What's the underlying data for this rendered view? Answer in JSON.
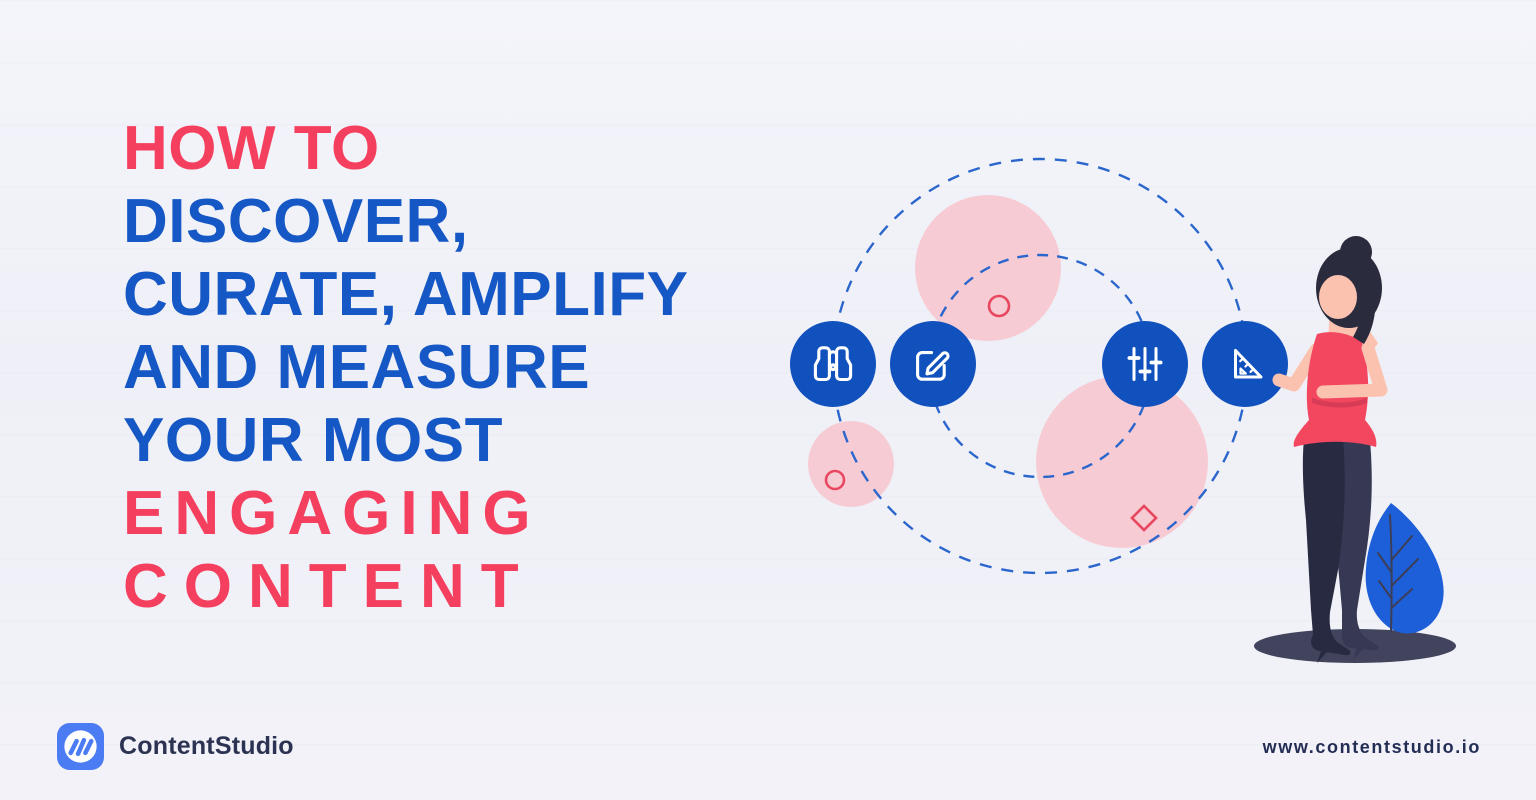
{
  "headline": {
    "lines": [
      {
        "text": "HOW TO",
        "color": "red"
      },
      {
        "text": "DISCOVER,",
        "color": "blue"
      },
      {
        "text": "CURATE, AMPLIFY",
        "color": "blue"
      },
      {
        "text": "AND MEASURE",
        "color": "blue"
      },
      {
        "text": "YOUR MOST",
        "color": "blue"
      },
      {
        "text": "ENGAGING",
        "color": "red"
      },
      {
        "text": "CONTENT",
        "color": "red"
      }
    ]
  },
  "footer": {
    "brand": "ContentStudio",
    "website": "www.contentstudio.io"
  },
  "illustration": {
    "icon_circles": [
      {
        "icon": "binoculars-icon"
      },
      {
        "icon": "edit-icon"
      },
      {
        "icon": "sliders-icon"
      },
      {
        "icon": "ruler-icon"
      }
    ],
    "decor": [
      "dashed-orbit-circles",
      "pink-bubbles",
      "red-outline-shapes",
      "woman-illustration",
      "leaf-icon",
      "ground-shadow"
    ]
  },
  "colors": {
    "accent_red": "#F4405E",
    "accent_blue": "#1557C5",
    "icon_circle_blue": "#1151BE",
    "dashed_blue": "#2B66CC",
    "pink_bubble": "#F7CBD3",
    "red_outline": "#E8485F",
    "logo_blue": "#4C7CF3",
    "footer_text": "#2C3352",
    "background": "#F0F1F8"
  }
}
